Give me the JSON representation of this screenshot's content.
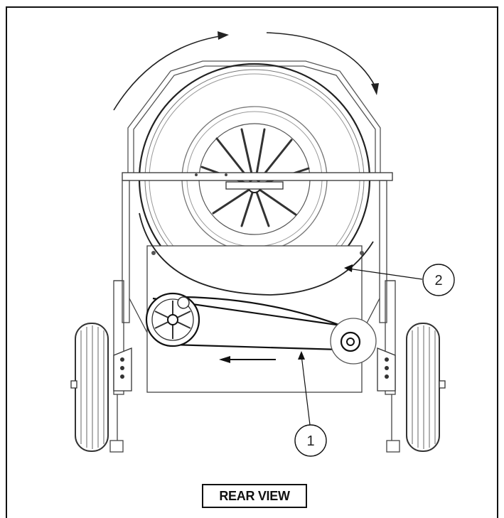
{
  "diagram": {
    "caption": "REAR VIEW",
    "callouts": [
      {
        "id": "1",
        "label": "1"
      },
      {
        "id": "2",
        "label": "2"
      }
    ]
  },
  "colors": {
    "line": "#333333",
    "frame": "#111111",
    "background": "#ffffff"
  }
}
